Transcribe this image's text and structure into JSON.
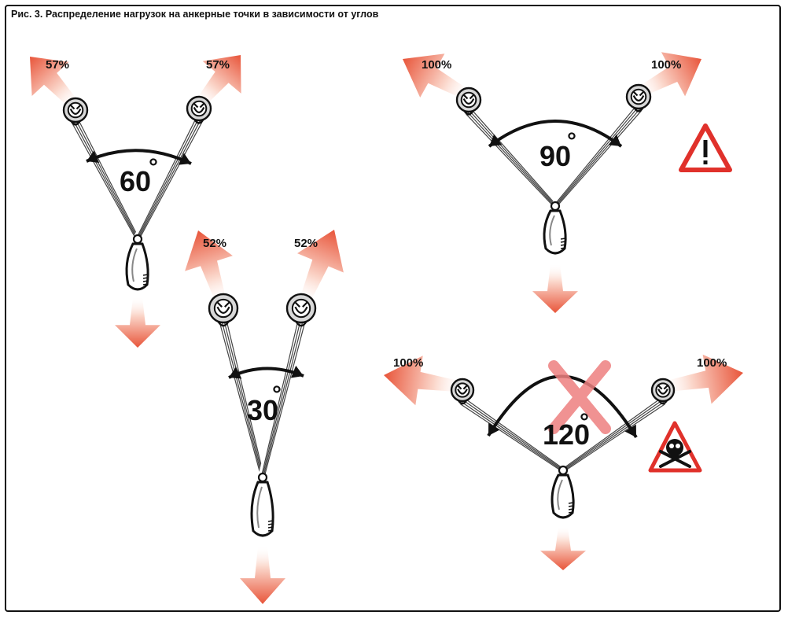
{
  "figure": {
    "title": "Рис. 3. Распределение нагрузок на анкерные точки в зависимости от углов",
    "colors": {
      "arrow": "#e8553a",
      "arrow_light": "#fbd8cc",
      "sling": "#444444",
      "danger_red": "#e0312b",
      "cross": "#ee8080",
      "outline": "#111111"
    }
  },
  "panels": [
    {
      "name": "60",
      "angle_label": "60",
      "degree_symbol": "°",
      "left_load": "57%",
      "right_load": "57%",
      "status": "ok"
    },
    {
      "name": "90",
      "angle_label": "90",
      "degree_symbol": "°",
      "left_load": "100%",
      "right_load": "100%",
      "status": "warning",
      "icon": "warning-triangle-icon"
    },
    {
      "name": "30",
      "angle_label": "30",
      "degree_symbol": "°",
      "left_load": "52%",
      "right_load": "52%",
      "status": "ok"
    },
    {
      "name": "120",
      "angle_label": "120",
      "degree_symbol": "°",
      "left_load": "100%",
      "right_load": "100%",
      "status": "prohibited",
      "icon": "skull-crossbones-icon"
    }
  ]
}
